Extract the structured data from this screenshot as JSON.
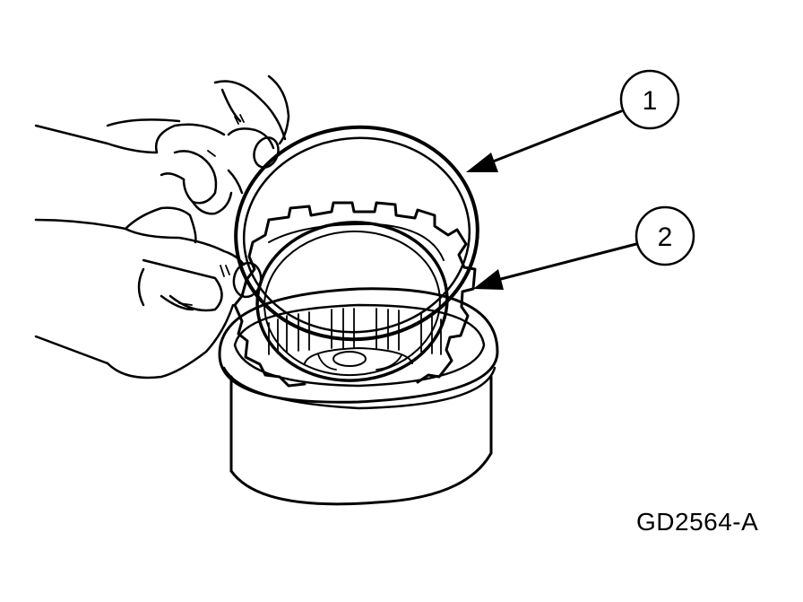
{
  "figure": {
    "code": "GD2564-A",
    "callouts": [
      {
        "number": "1"
      },
      {
        "number": "2"
      }
    ]
  }
}
